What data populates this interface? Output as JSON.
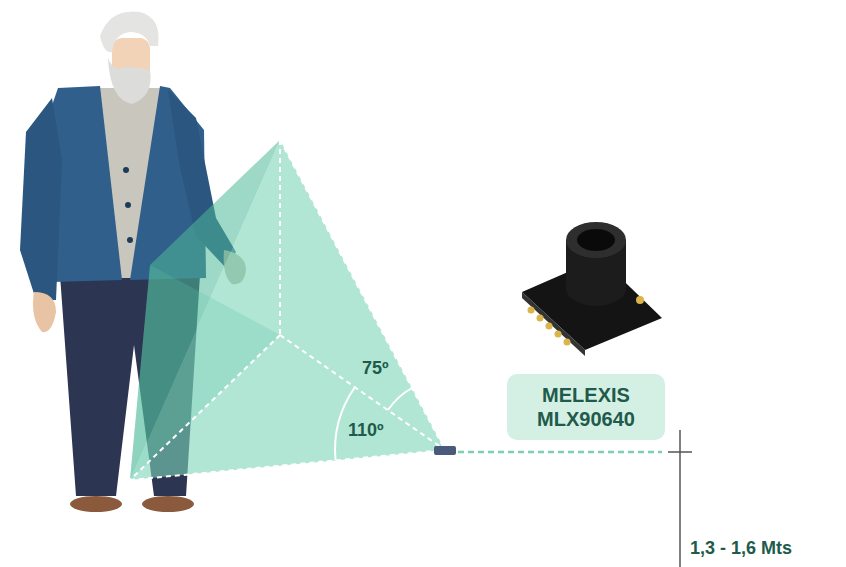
{
  "diagram": {
    "nodes": [
      {
        "text": [
          "MELEXIS MLX90640"
        ]
      }
    ],
    "labels": [
      "75º",
      "110º",
      "1,3 - 1,6 Mts"
    ]
  }
}
